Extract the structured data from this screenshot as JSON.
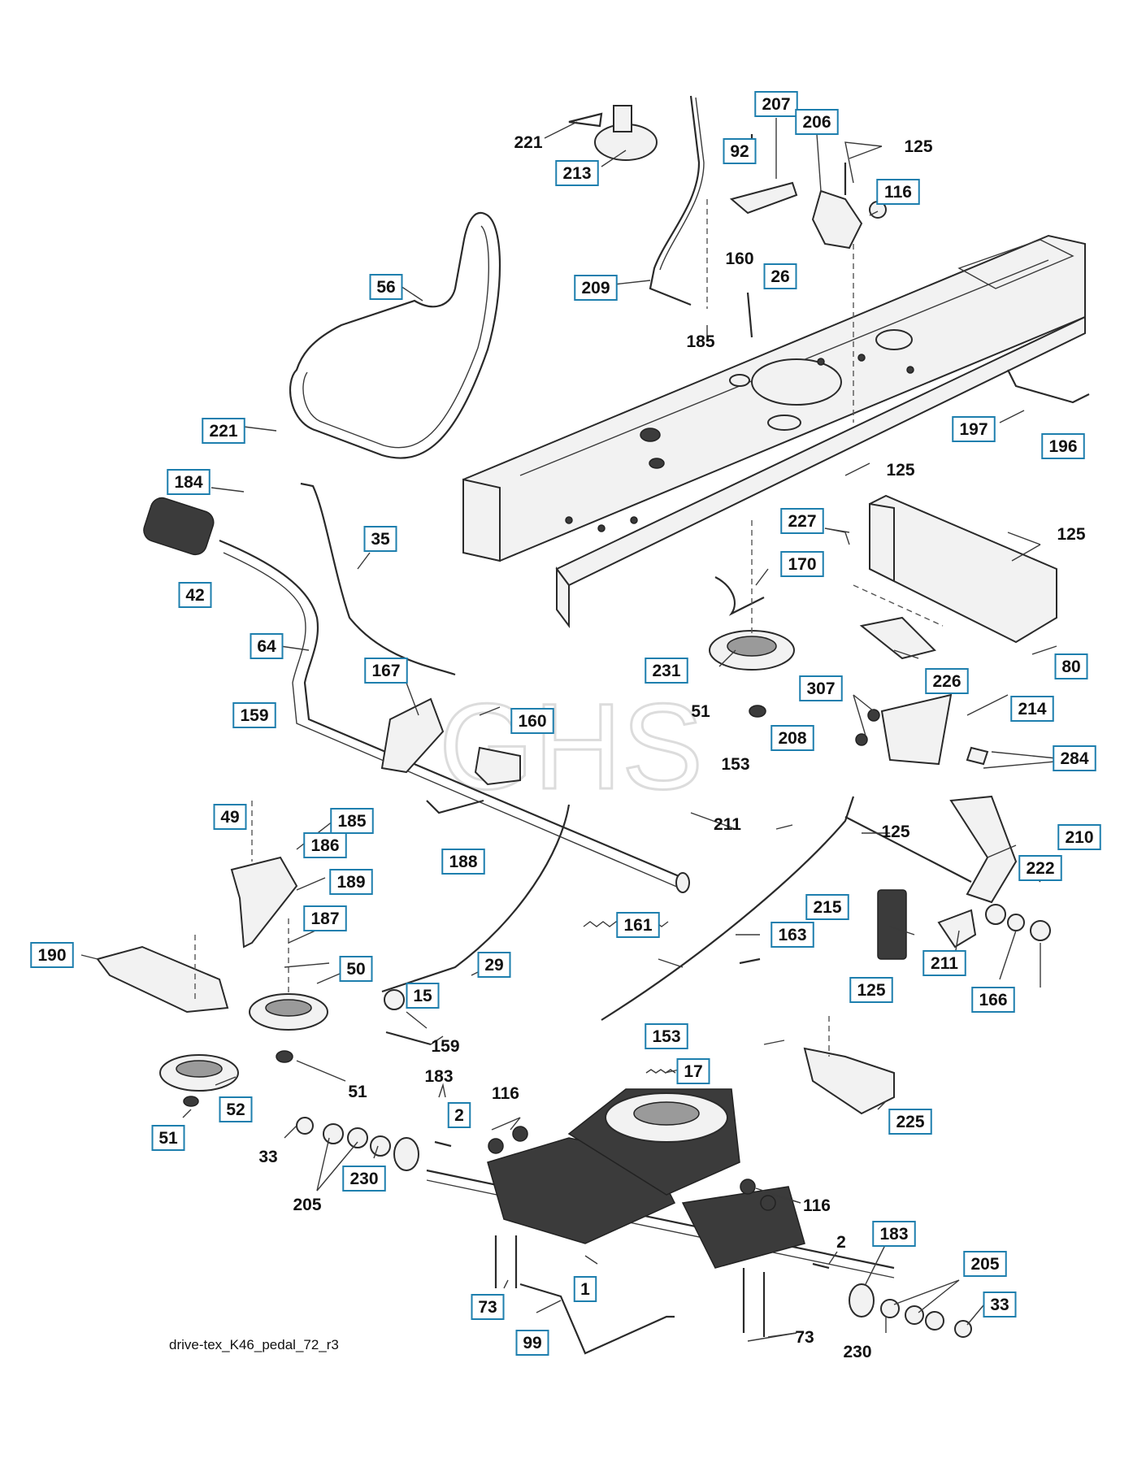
{
  "diagram": {
    "caption": "drive-tex_K46_pedal_72_r3",
    "watermark": "GHS",
    "callouts": [
      {
        "id": "c221a",
        "text": "221",
        "boxed": false
      },
      {
        "id": "c213",
        "text": "213",
        "boxed": true
      },
      {
        "id": "c207",
        "text": "207",
        "boxed": true
      },
      {
        "id": "c206",
        "text": "206",
        "boxed": true
      },
      {
        "id": "c92",
        "text": "92",
        "boxed": true
      },
      {
        "id": "c125a",
        "text": "125",
        "boxed": false
      },
      {
        "id": "c116a",
        "text": "116",
        "boxed": true
      },
      {
        "id": "c160a",
        "text": "160",
        "boxed": false
      },
      {
        "id": "c26",
        "text": "26",
        "boxed": true
      },
      {
        "id": "c56",
        "text": "56",
        "boxed": true
      },
      {
        "id": "c209",
        "text": "209",
        "boxed": true
      },
      {
        "id": "c185a",
        "text": "185",
        "boxed": false
      },
      {
        "id": "c197",
        "text": "197",
        "boxed": true
      },
      {
        "id": "c196",
        "text": "196",
        "boxed": true
      },
      {
        "id": "c221b",
        "text": "221",
        "boxed": true
      },
      {
        "id": "c184",
        "text": "184",
        "boxed": true
      },
      {
        "id": "c125b",
        "text": "125",
        "boxed": false
      },
      {
        "id": "c227",
        "text": "227",
        "boxed": true
      },
      {
        "id": "c125c",
        "text": "125",
        "boxed": false
      },
      {
        "id": "c35",
        "text": "35",
        "boxed": true
      },
      {
        "id": "c170",
        "text": "170",
        "boxed": true
      },
      {
        "id": "c42",
        "text": "42",
        "boxed": true
      },
      {
        "id": "c64",
        "text": "64",
        "boxed": true
      },
      {
        "id": "c167",
        "text": "167",
        "boxed": true
      },
      {
        "id": "c231",
        "text": "231",
        "boxed": true
      },
      {
        "id": "c226",
        "text": "226",
        "boxed": true
      },
      {
        "id": "c80",
        "text": "80",
        "boxed": true
      },
      {
        "id": "c159a",
        "text": "159",
        "boxed": true
      },
      {
        "id": "c160b",
        "text": "160",
        "boxed": true
      },
      {
        "id": "c51a",
        "text": "51",
        "boxed": false
      },
      {
        "id": "c307",
        "text": "307",
        "boxed": true
      },
      {
        "id": "c214",
        "text": "214",
        "boxed": true
      },
      {
        "id": "c208",
        "text": "208",
        "boxed": true
      },
      {
        "id": "c153a",
        "text": "153",
        "boxed": false
      },
      {
        "id": "c284",
        "text": "284",
        "boxed": true
      },
      {
        "id": "c49",
        "text": "49",
        "boxed": true
      },
      {
        "id": "c185b",
        "text": "185",
        "boxed": true
      },
      {
        "id": "c211a",
        "text": "211",
        "boxed": false
      },
      {
        "id": "c125d",
        "text": "125",
        "boxed": false
      },
      {
        "id": "c210",
        "text": "210",
        "boxed": true
      },
      {
        "id": "c186",
        "text": "186",
        "boxed": true
      },
      {
        "id": "c188",
        "text": "188",
        "boxed": true
      },
      {
        "id": "c189",
        "text": "189",
        "boxed": true
      },
      {
        "id": "c222",
        "text": "222",
        "boxed": true
      },
      {
        "id": "c187",
        "text": "187",
        "boxed": true
      },
      {
        "id": "c161",
        "text": "161",
        "boxed": true
      },
      {
        "id": "c215",
        "text": "215",
        "boxed": true
      },
      {
        "id": "c163",
        "text": "163",
        "boxed": true
      },
      {
        "id": "c190",
        "text": "190",
        "boxed": true
      },
      {
        "id": "c50",
        "text": "50",
        "boxed": true
      },
      {
        "id": "c29",
        "text": "29",
        "boxed": true
      },
      {
        "id": "c211b",
        "text": "211",
        "boxed": true
      },
      {
        "id": "c166",
        "text": "166",
        "boxed": true
      },
      {
        "id": "c15",
        "text": "15",
        "boxed": true
      },
      {
        "id": "c125e",
        "text": "125",
        "boxed": true
      },
      {
        "id": "c159b",
        "text": "159",
        "boxed": false
      },
      {
        "id": "c153b",
        "text": "153",
        "boxed": true
      },
      {
        "id": "c17",
        "text": "17",
        "boxed": true
      },
      {
        "id": "c51b",
        "text": "51",
        "boxed": false
      },
      {
        "id": "c183a",
        "text": "183",
        "boxed": false
      },
      {
        "id": "c116b",
        "text": "116",
        "boxed": false
      },
      {
        "id": "c2a",
        "text": "2",
        "boxed": true
      },
      {
        "id": "c52",
        "text": "52",
        "boxed": true
      },
      {
        "id": "c225",
        "text": "225",
        "boxed": true
      },
      {
        "id": "c51c",
        "text": "51",
        "boxed": true
      },
      {
        "id": "c33a",
        "text": "33",
        "boxed": false
      },
      {
        "id": "c230a",
        "text": "230",
        "boxed": true
      },
      {
        "id": "c205a",
        "text": "205",
        "boxed": false
      },
      {
        "id": "c116c",
        "text": "116",
        "boxed": false
      },
      {
        "id": "c2b",
        "text": "2",
        "boxed": false
      },
      {
        "id": "c183b",
        "text": "183",
        "boxed": true
      },
      {
        "id": "c205b",
        "text": "205",
        "boxed": true
      },
      {
        "id": "c1",
        "text": "1",
        "boxed": true
      },
      {
        "id": "c73a",
        "text": "73",
        "boxed": true
      },
      {
        "id": "c33b",
        "text": "33",
        "boxed": true
      },
      {
        "id": "c99",
        "text": "99",
        "boxed": true
      },
      {
        "id": "c73b",
        "text": "73",
        "boxed": false
      },
      {
        "id": "c230b",
        "text": "230",
        "boxed": false
      }
    ]
  }
}
